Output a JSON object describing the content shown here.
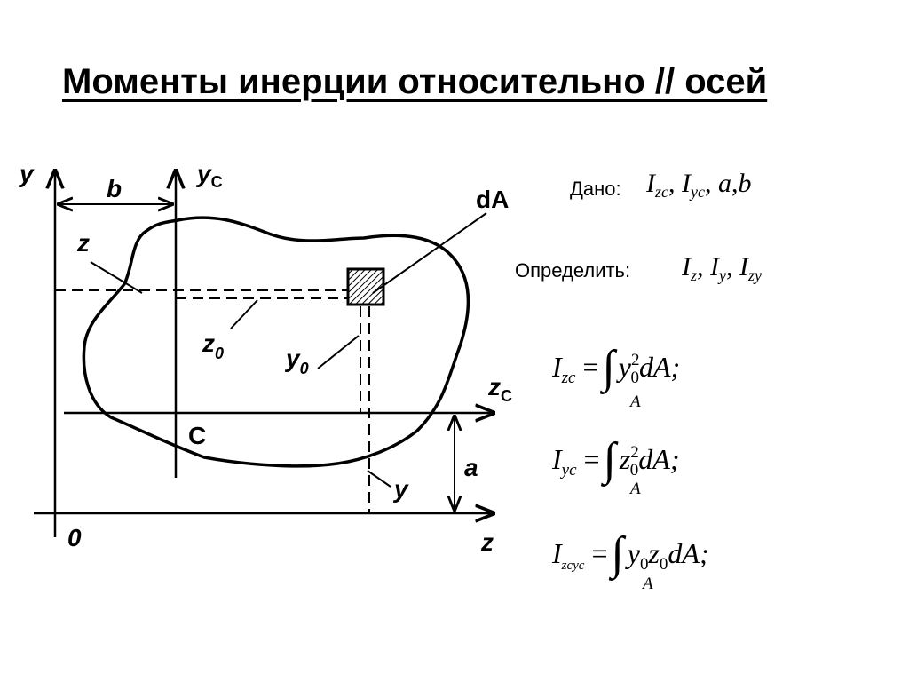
{
  "title": "Моменты инерции относительно // осей",
  "diagram": {
    "labels": {
      "y": "y",
      "yC_base": "y",
      "yC_sub": "C",
      "b": "b",
      "z_small": "z",
      "dA": "dA",
      "z0_base": "z",
      "z0_sub": "0",
      "y0_base": "y",
      "y0_sub": "0",
      "zC_base": "z",
      "zC_sub": "C",
      "C": "C",
      "a": "a",
      "y_small": "y",
      "origin": "0",
      "z": "z"
    }
  },
  "given": {
    "label": "Дано:",
    "expr": "I",
    "items": [
      "I",
      "zc",
      "I",
      "yc",
      "a",
      "b"
    ]
  },
  "find": {
    "label": "Определить:",
    "items": [
      "I",
      "z",
      "I",
      "y",
      "I",
      "zy"
    ]
  },
  "formulas": [
    {
      "lhs": "I",
      "lhs_sub": "zc",
      "eq": "=",
      "int_sub": "A",
      "body": "y",
      "body_sub": "0",
      "body_sup": "2",
      "tail": "dA;"
    },
    {
      "lhs": "I",
      "lhs_sub": "yc",
      "eq": "=",
      "int_sub": "A",
      "body": "z",
      "body_sub": "0",
      "body_sup": "2",
      "tail": "dA;"
    },
    {
      "lhs": "I",
      "lhs_sub": "zcyc",
      "eq": "=",
      "int_sub": "A",
      "body": "y",
      "body_sub": "0",
      "body2": "z",
      "body2_sub": "0",
      "tail": "dA;"
    }
  ]
}
